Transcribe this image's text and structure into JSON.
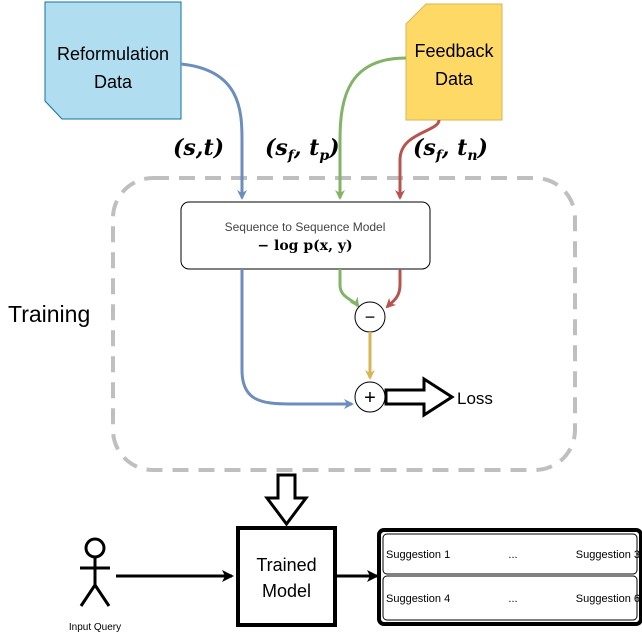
{
  "colors": {
    "reformulation_fill": "#b1ddf0",
    "reformulation_stroke": "#10739e",
    "feedback_fill": "#ffd966",
    "feedback_stroke": "#d6b656",
    "blue_arrow": "#6c8ebf",
    "green_arrow": "#82b366",
    "red_arrow": "#b85450",
    "yellow_arrow": "#d6b656",
    "dashed_border": "#bfbfbf"
  },
  "sources": {
    "reformulation": {
      "line1": "Reformulation",
      "line2": "Data"
    },
    "feedback": {
      "line1": "Feedback",
      "line2": "Data"
    }
  },
  "pair_labels": {
    "blue": {
      "main": "(s,t)"
    },
    "green": {
      "open": "(s",
      "sub1": "f",
      "mid": ", t",
      "sub2": "p",
      "close": ")"
    },
    "red": {
      "open": "(s",
      "sub1": "f",
      "mid": ", t",
      "sub2": "n",
      "close": ")"
    }
  },
  "model_box": {
    "title": "Sequence to Sequence Model",
    "formula": "− log p(x, y)"
  },
  "operators": {
    "minus": "−",
    "plus": "+"
  },
  "loss_label": "Loss",
  "training_label": "Training",
  "trained_model": {
    "line1": "Trained",
    "line2": "Model"
  },
  "input_label": "Input Query",
  "suggestions": {
    "rows": [
      {
        "left": "Suggestion 1",
        "middle": "...",
        "right": "Suggestion 3"
      },
      {
        "left": "Suggestion 4",
        "middle": "...",
        "right": "Suggestion 6"
      }
    ]
  }
}
